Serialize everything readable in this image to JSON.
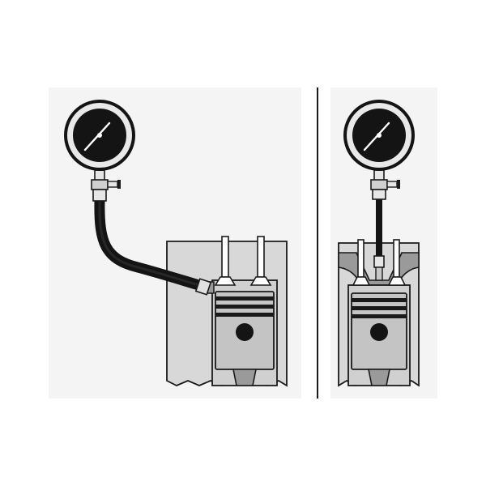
{
  "panels": [
    {
      "name": "left-panel",
      "gauge_icon": "pressure-gauge-icon",
      "connection": "flexible-hose"
    },
    {
      "name": "right-panel",
      "gauge_icon": "pressure-gauge-icon",
      "connection": "rigid-tube"
    }
  ],
  "colors": {
    "background": "#ffffff",
    "panel_bg": "#f4f4f4",
    "block": "#d8d8d8",
    "chamber": "#a8a8a8",
    "piston": "#c4c4c4",
    "hose": "#141414",
    "outline": "#1a1a1a",
    "gauge_face": "#141414",
    "needle": "#ffffff"
  }
}
